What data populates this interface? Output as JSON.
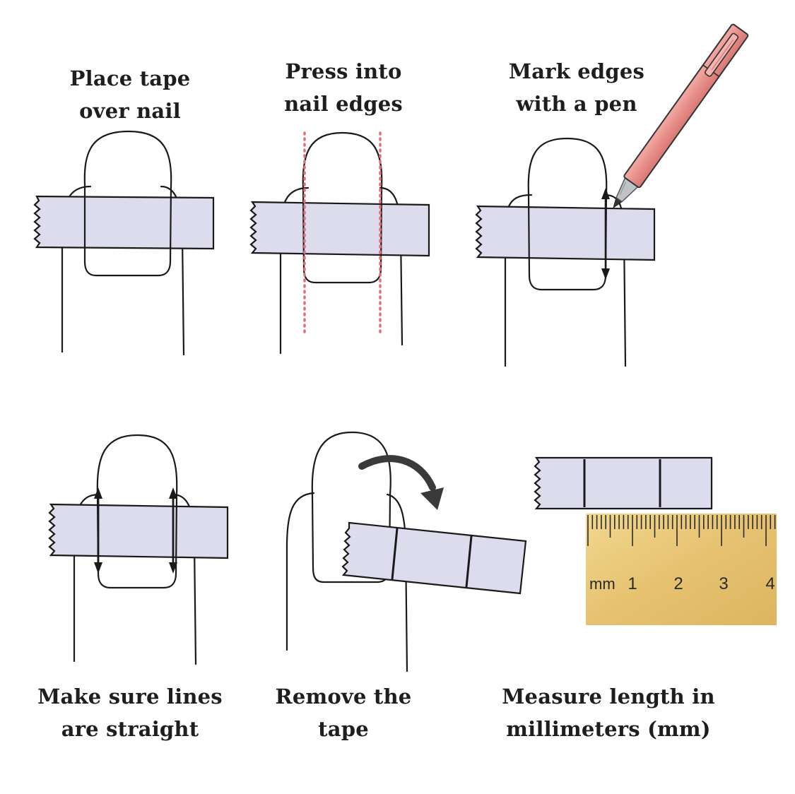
{
  "steps": [
    {
      "line1": "Place tape",
      "line2": "over nail"
    },
    {
      "line1": "Press into",
      "line2": "nail edges"
    },
    {
      "line1": "Mark edges",
      "line2": "with a pen"
    },
    {
      "line1": "Make sure lines",
      "line2": "are straight"
    },
    {
      "line1": "Remove the",
      "line2": "tape"
    },
    {
      "line1": "Measure length in",
      "line2": "millimeters (mm)"
    }
  ],
  "ruler": {
    "unit_label": "mm",
    "numbers": [
      "1",
      "2",
      "3",
      "4"
    ]
  },
  "colors": {
    "tape": "#dcdcec",
    "outline": "#1a1a1a",
    "dotted_guide": "#e0707a",
    "pen_body": "#e8908c",
    "ruler_wood": "#e8c77a"
  },
  "icons": [
    "pen-icon",
    "curved-arrow-icon",
    "double-arrow-icon",
    "ruler-icon"
  ]
}
